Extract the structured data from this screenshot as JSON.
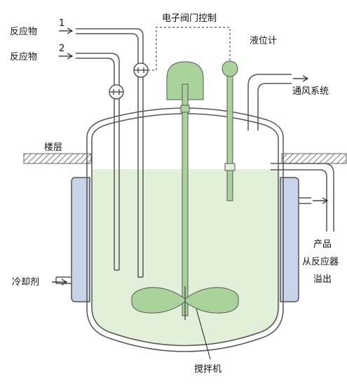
{
  "labels": {
    "reactant_1": "反应物",
    "reactant_1_number": "1",
    "reactant_2": "反应物",
    "reactant_2_number": "2",
    "valve_control": "电子阀门控制",
    "level_gauge": "液位计",
    "ventilation": "通风系统",
    "floor": "楼层",
    "coolant": "冷却剂",
    "product_line_1": "产品",
    "product_line_2": "从反应器",
    "product_line_3": "溢出",
    "agitator": "搅拌机"
  },
  "colors": {
    "liquid": "#e3f0d9",
    "jacket": "#c8d3ea",
    "agitator": "#a9d39b",
    "agitator_dark": "#7fb374",
    "outline": "#555555",
    "floor_hatch": "#777777"
  }
}
